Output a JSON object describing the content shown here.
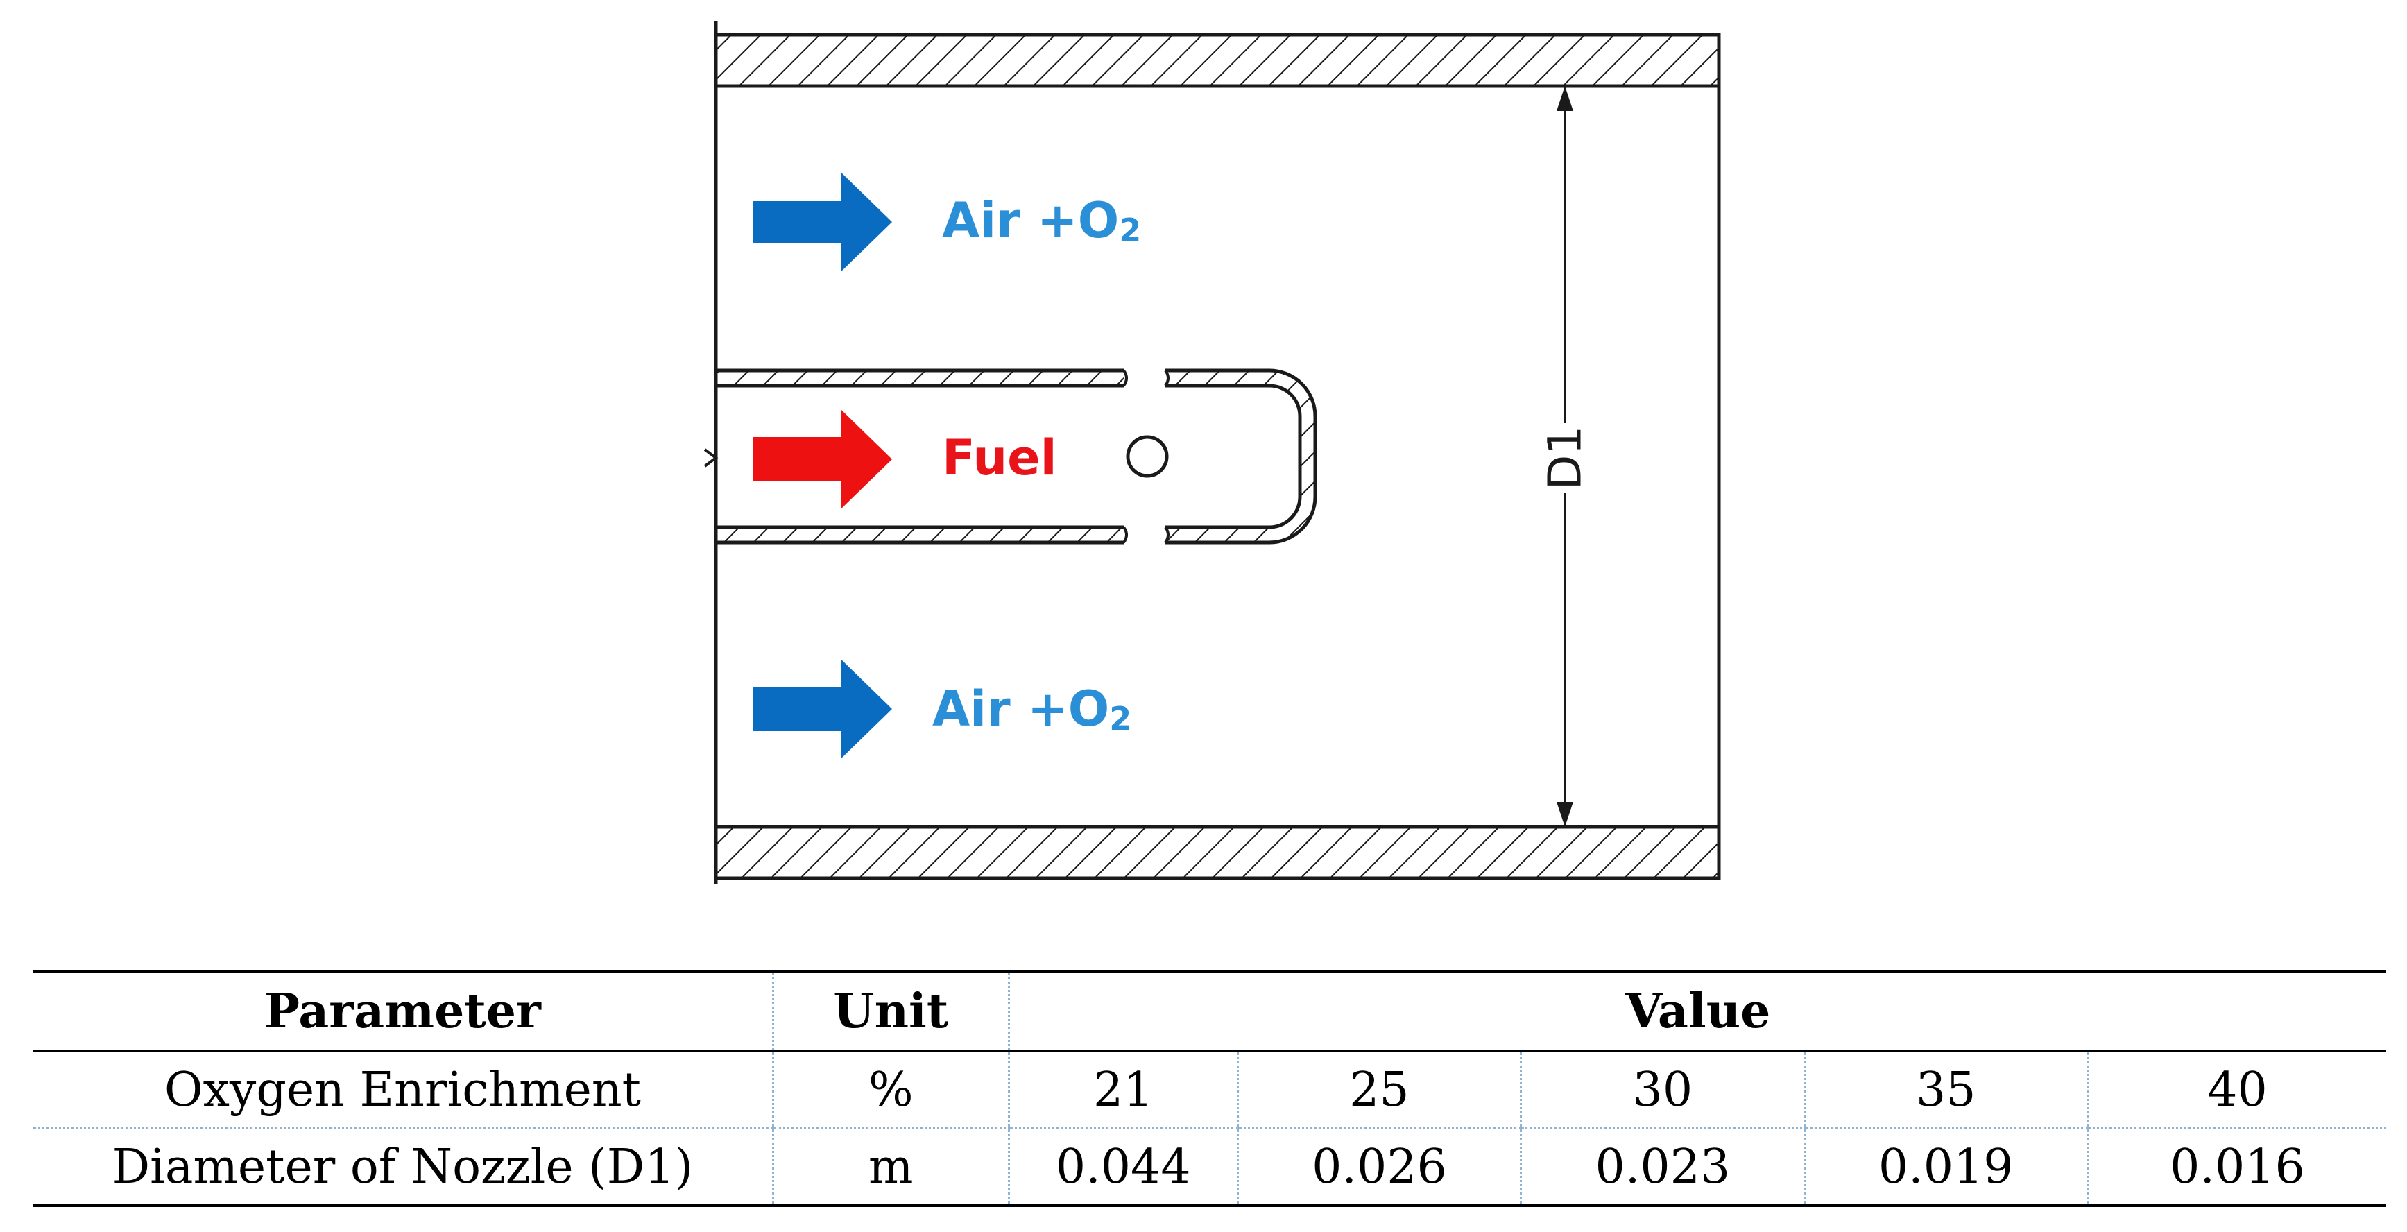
{
  "diagram": {
    "labels": {
      "air_top": "Air +O",
      "air_top_sub": "2",
      "fuel": "Fuel",
      "air_bottom": "Air +O",
      "air_bottom_sub": "2",
      "dimension": "D1"
    },
    "colors": {
      "air_arrow": "#0a6cc0",
      "air_text": "#2a8fd6",
      "fuel_arrow": "#ee1111",
      "fuel_text": "#e8141a",
      "line": "#1a1a1a"
    }
  },
  "table": {
    "headers": {
      "parameter": "Parameter",
      "unit": "Unit",
      "value": "Value"
    },
    "rows": [
      {
        "parameter": "Oxygen Enrichment",
        "unit": "%",
        "values": [
          "21",
          "25",
          "30",
          "35",
          "40"
        ]
      },
      {
        "parameter": "Diameter of Nozzle (D1)",
        "unit": "m",
        "values": [
          "0.044",
          "0.026",
          "0.023",
          "0.019",
          "0.016"
        ]
      }
    ]
  }
}
